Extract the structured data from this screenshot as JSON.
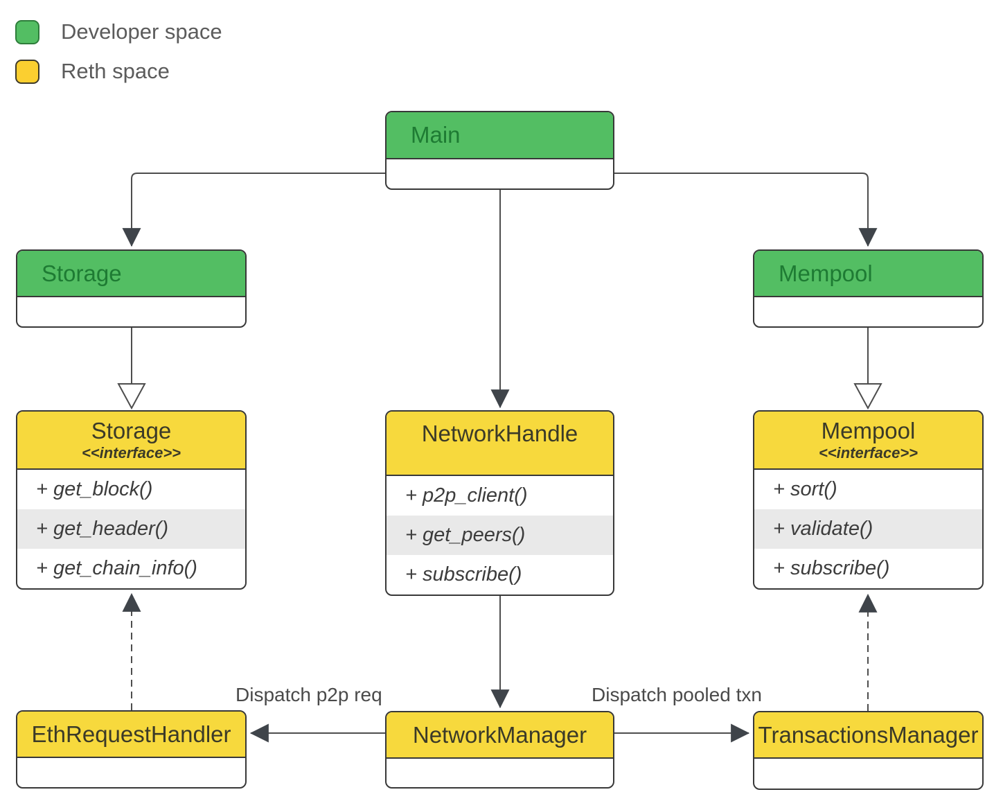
{
  "legend": {
    "items": [
      {
        "label": "Developer space",
        "color": "#53BE63"
      },
      {
        "label": "Reth space",
        "color": "#FBCF30"
      }
    ]
  },
  "nodes": {
    "main": {
      "title": "Main"
    },
    "storage": {
      "title": "Storage"
    },
    "mempool": {
      "title": "Mempool"
    },
    "storage_interface": {
      "title": "Storage",
      "stereotype": "<<interface>>",
      "methods": [
        "+ get_block()",
        "+ get_header()",
        "+ get_chain_info()"
      ]
    },
    "network_handle": {
      "title": "NetworkHandle",
      "methods": [
        "+ p2p_client()",
        "+ get_peers()",
        "+ subscribe()"
      ]
    },
    "mempool_interface": {
      "title": "Mempool",
      "stereotype": "<<interface>>",
      "methods": [
        "+ sort()",
        "+ validate()",
        "+ subscribe()"
      ]
    },
    "eth_request_handler": {
      "title": "EthRequestHandler"
    },
    "network_manager": {
      "title": "NetworkManager"
    },
    "transactions_manager": {
      "title": "TransactionsManager"
    }
  },
  "edges": {
    "dispatch_p2p_label": "Dispatch p2p req",
    "dispatch_pooled_label": "Dispatch pooled txn"
  },
  "colors": {
    "developer_space_fill": "#53BE63",
    "reth_space_fill": "#F7D93D",
    "green_title_text": "#1E7B33",
    "method_alt_row": "#E9E9E9",
    "node_border": "#383838",
    "connector": "#4D4D4D",
    "arrowhead": "#3F444A"
  }
}
